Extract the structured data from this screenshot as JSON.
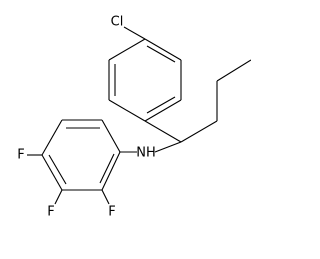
{
  "molecule": {
    "atom_labels": {
      "chlorine": "Cl",
      "amine": "NH",
      "fluorine_1": "F",
      "fluorine_2": "F",
      "fluorine_3": "F"
    }
  }
}
